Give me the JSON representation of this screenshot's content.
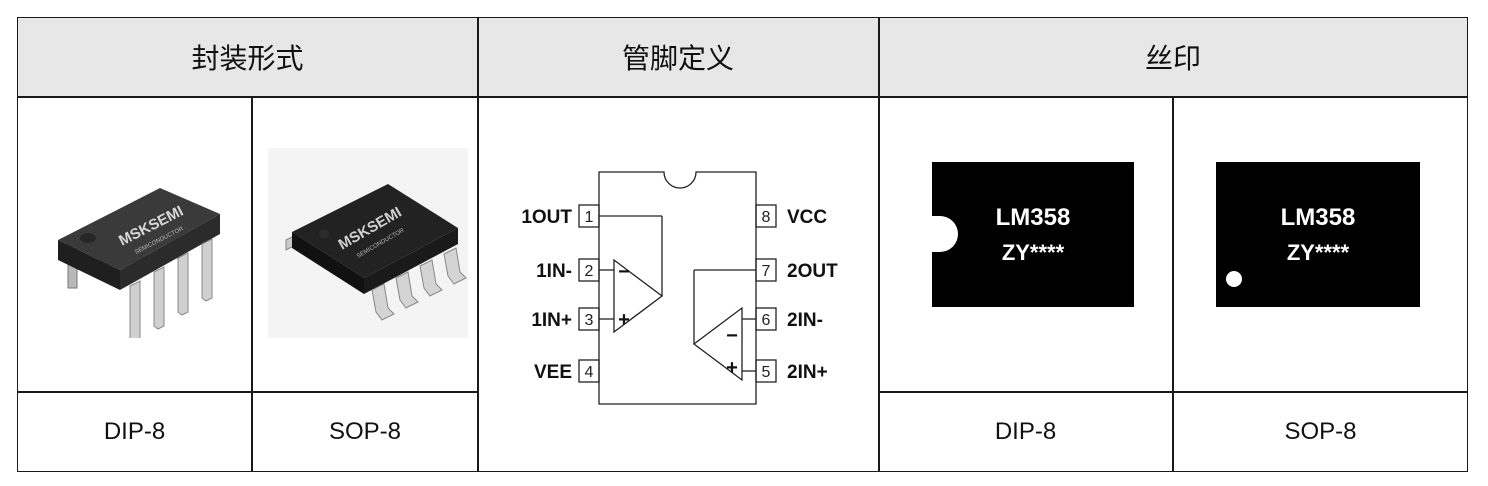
{
  "header": {
    "package_form": "封装形式",
    "pin_definition": "管脚定义",
    "marking": "丝印"
  },
  "packages": {
    "dip_label": "DIP-8",
    "sop_label": "SOP-8",
    "chip_brand": "MSKSEMI",
    "chip_sub": "SEMICONDUCTOR"
  },
  "pins": {
    "left": [
      {
        "num": "1",
        "name": "1OUT"
      },
      {
        "num": "2",
        "name": "1IN-"
      },
      {
        "num": "3",
        "name": "1IN+"
      },
      {
        "num": "4",
        "name": "VEE"
      }
    ],
    "right": [
      {
        "num": "8",
        "name": "VCC"
      },
      {
        "num": "7",
        "name": "2OUT"
      },
      {
        "num": "6",
        "name": "2IN-"
      },
      {
        "num": "5",
        "name": "2IN+"
      }
    ],
    "minus": "−",
    "plus": "+"
  },
  "marking": {
    "line1": "LM358",
    "line2": "ZY****",
    "dip_label": "DIP-8",
    "sop_label": "SOP-8"
  }
}
